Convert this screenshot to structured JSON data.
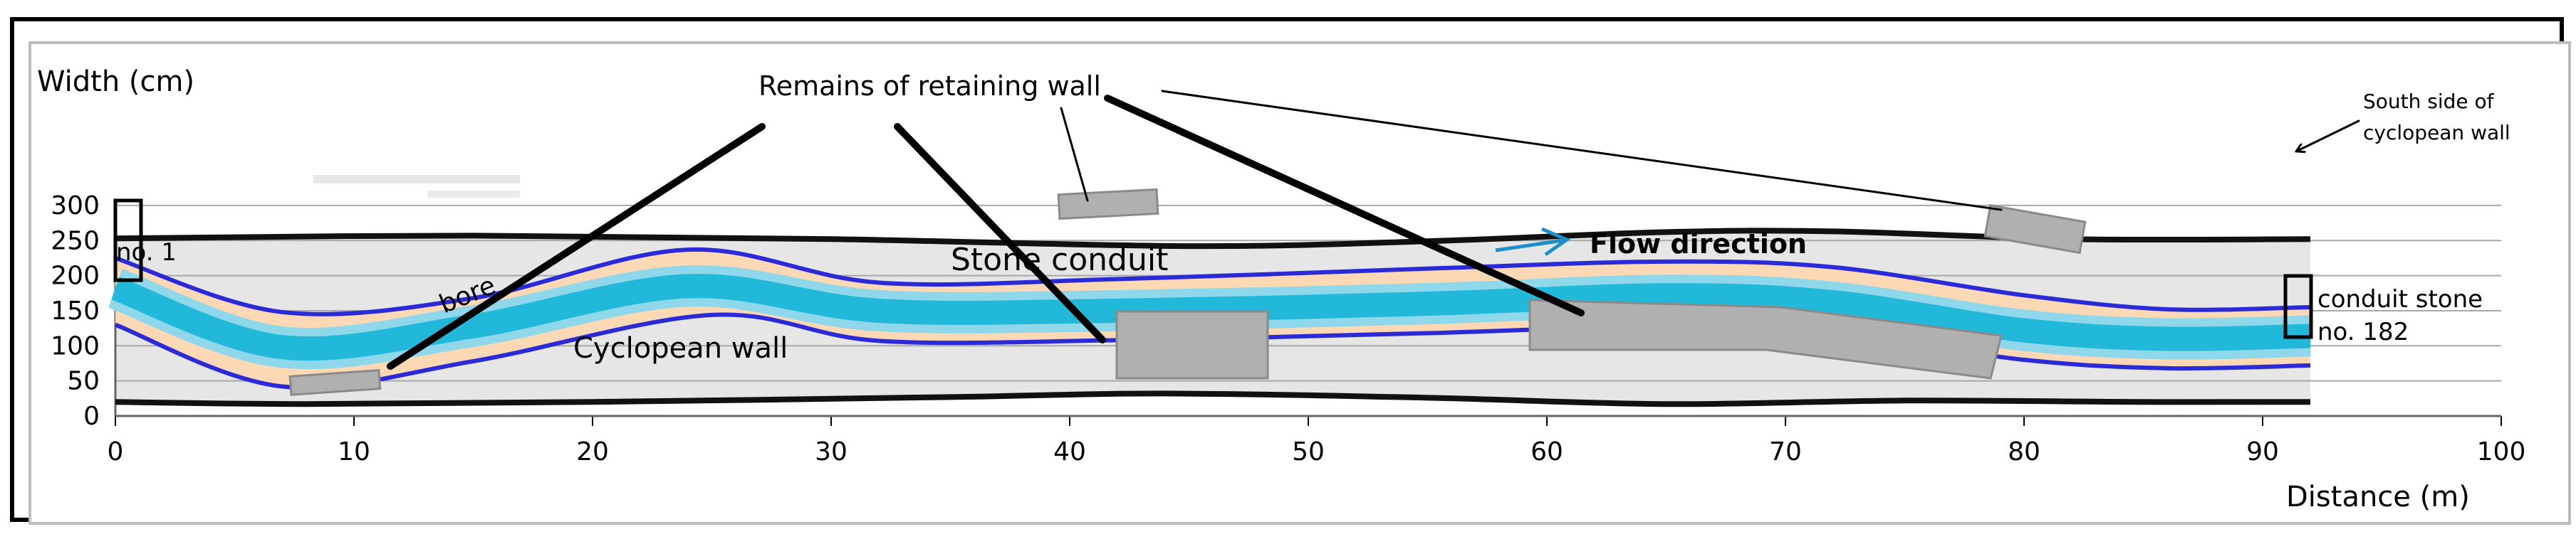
{
  "labels": {
    "y_axis_title": "Width (cm)",
    "x_axis_title": "Distance (m)",
    "retaining_wall": "Remains of retaining wall",
    "south_side_line1": "South side of",
    "south_side_line2": "cyclopean wall",
    "stone_conduit": "Stone conduit",
    "flow_direction": "Flow direction",
    "bore": "bore",
    "cyclopean_wall": "Cyclopean wall",
    "start_stone": "no. 1",
    "end_stone_line1": "conduit stone",
    "end_stone_line2": "no. 182"
  },
  "x_ticks": [
    "0",
    "10",
    "20",
    "30",
    "40",
    "50",
    "60",
    "70",
    "80",
    "90",
    "100"
  ],
  "y_ticks": [
    "0",
    "50",
    "100",
    "150",
    "200",
    "250",
    "300"
  ],
  "axes": {
    "x_range_m": [
      0,
      100
    ],
    "y_range_cm": [
      0,
      300
    ],
    "grid": true
  },
  "colors": {
    "wall_line": "#111111",
    "wall_fill": "#e6e6e6",
    "conduit_outline": "#2a2ad8",
    "conduit_fill": "#fcd9b4",
    "bore_band": "#22b8d9",
    "bore_edge": "#8fd7ea",
    "stone_block": "#b0b0b0",
    "grid": "#a8a8a8"
  },
  "profiles": {
    "south_wall": [
      [
        0,
        253
      ],
      [
        15,
        257
      ],
      [
        30,
        252
      ],
      [
        45,
        242
      ],
      [
        55,
        249
      ],
      [
        65,
        262
      ],
      [
        72,
        263
      ],
      [
        82,
        252
      ],
      [
        92,
        252
      ]
    ],
    "north_wall": [
      [
        0,
        20
      ],
      [
        8,
        17
      ],
      [
        20,
        20
      ],
      [
        35,
        27
      ],
      [
        44,
        32
      ],
      [
        55,
        26
      ],
      [
        65,
        17
      ],
      [
        75,
        22
      ],
      [
        85,
        20
      ],
      [
        92,
        20
      ]
    ],
    "conduit_upper": [
      [
        0,
        225
      ],
      [
        7,
        148
      ],
      [
        15,
        168
      ],
      [
        24,
        237
      ],
      [
        32,
        190
      ],
      [
        42,
        195
      ],
      [
        55,
        210
      ],
      [
        65,
        220
      ],
      [
        72,
        212
      ],
      [
        80,
        172
      ],
      [
        86,
        152
      ],
      [
        92,
        155
      ]
    ],
    "conduit_lower": [
      [
        0,
        130
      ],
      [
        7,
        42
      ],
      [
        15,
        78
      ],
      [
        25,
        144
      ],
      [
        32,
        107
      ],
      [
        42,
        108
      ],
      [
        55,
        118
      ],
      [
        65,
        128
      ],
      [
        72,
        118
      ],
      [
        80,
        80
      ],
      [
        86,
        68
      ],
      [
        92,
        72
      ]
    ],
    "bore_center": [
      [
        0,
        182
      ],
      [
        7,
        98
      ],
      [
        15,
        128
      ],
      [
        24,
        185
      ],
      [
        32,
        150
      ],
      [
        42,
        150
      ],
      [
        55,
        160
      ],
      [
        65,
        172
      ],
      [
        72,
        162
      ],
      [
        80,
        122
      ],
      [
        86,
        110
      ],
      [
        92,
        114
      ]
    ]
  }
}
